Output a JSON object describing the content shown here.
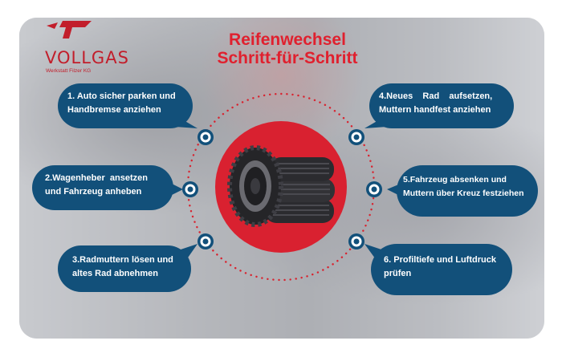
{
  "logo": {
    "name": "VOLLGAS",
    "subtitle": "Werkstatt Filzer KG"
  },
  "title": {
    "line1": "Reifenwechsel",
    "line2": "Schritt-für-Schritt"
  },
  "steps": [
    {
      "line1": "1. Auto sicher parken und",
      "line2": "Handbremse anziehen"
    },
    {
      "line1": "2.Wagenheber  ansetzen",
      "line2": "und Fahrzeug anheben"
    },
    {
      "line1": "3.Radmuttern lösen und",
      "line2": "altes Rad abnehmen"
    },
    {
      "line1": "4.Neues    Rad    aufsetzen,",
      "line2": "Muttern handfest anziehen"
    },
    {
      "line1": "5.Fahrzeug absenken und",
      "line2": "Muttern über Kreuz festziehen"
    },
    {
      "line1": "6. Profiltiefe und Luftdruck",
      "line2": "prüfen"
    }
  ],
  "colors": {
    "accent_red": "#e0202e",
    "bubble_blue": "#12507a",
    "tire_black": "#2b2b2f"
  },
  "icons": {
    "center": "stacked-tires-icon",
    "connector": "target-dot-icon"
  }
}
